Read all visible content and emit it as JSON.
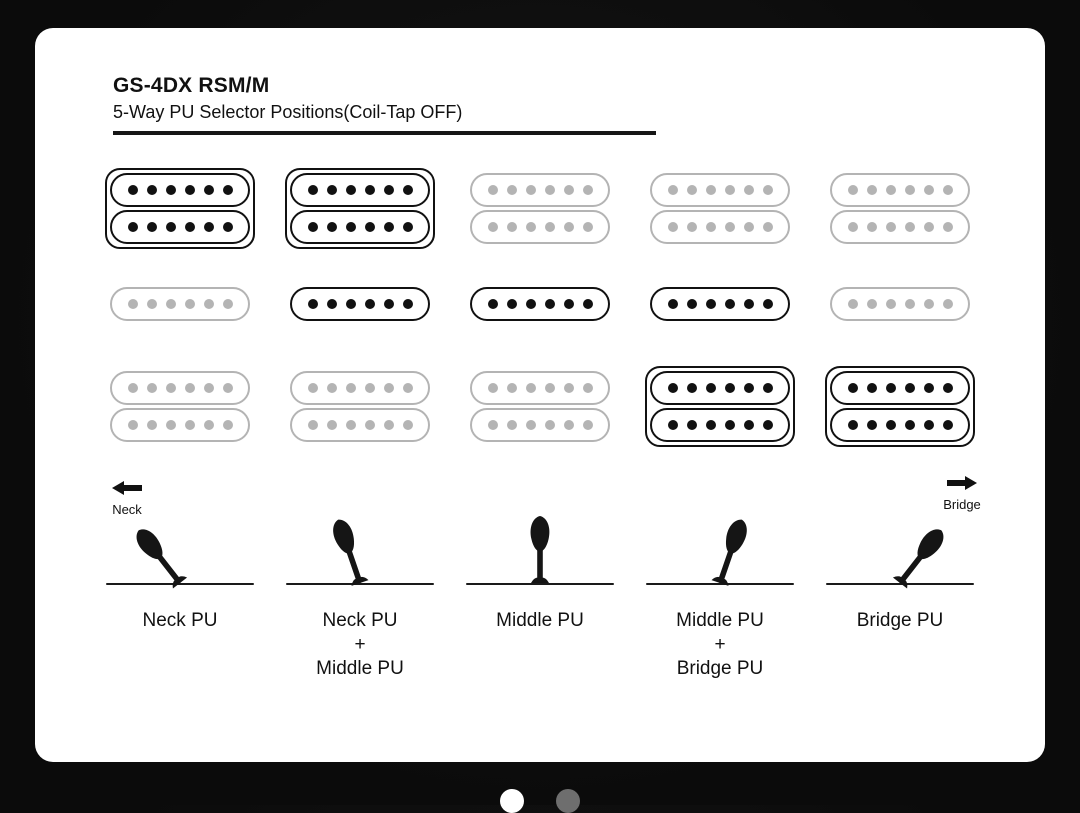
{
  "header": {
    "title": "GS-4DX RSM/M",
    "subtitle": "5-Way PU Selector Positions(Coil-Tap OFF)"
  },
  "direction_arrows": {
    "neck_label": "Neck",
    "bridge_label": "Bridge"
  },
  "pickup_style": {
    "pole_dots_per_coil": 6
  },
  "positions": [
    {
      "label_lines": [
        "Neck PU"
      ],
      "pickups": {
        "neck": "active",
        "middle": "inactive",
        "bridge": "inactive"
      },
      "lever_angle_deg": -38
    },
    {
      "label_lines": [
        "Neck PU",
        "+",
        "Middle PU"
      ],
      "pickups": {
        "neck": "active",
        "middle": "active",
        "bridge": "inactive"
      },
      "lever_angle_deg": -19
    },
    {
      "label_lines": [
        "Middle PU"
      ],
      "pickups": {
        "neck": "inactive",
        "middle": "active",
        "bridge": "inactive"
      },
      "lever_angle_deg": 0
    },
    {
      "label_lines": [
        "Middle PU",
        "+",
        "Bridge PU"
      ],
      "pickups": {
        "neck": "inactive",
        "middle": "active",
        "bridge": "active"
      },
      "lever_angle_deg": 19
    },
    {
      "label_lines": [
        "Bridge PU"
      ],
      "pickups": {
        "neck": "inactive",
        "middle": "inactive",
        "bridge": "active"
      },
      "lever_angle_deg": 38
    }
  ],
  "colors": {
    "active_pickup": "#111111",
    "inactive_pickup": "#b4b4b4",
    "text": "#111111",
    "card_background": "#ffffff",
    "page_background": "#0b0b0b"
  },
  "pagination": {
    "dot_count": 2,
    "active_dot_index": 0,
    "active_dot_color": "#ffffff",
    "inactive_dot_color": "#6e6e6e"
  }
}
